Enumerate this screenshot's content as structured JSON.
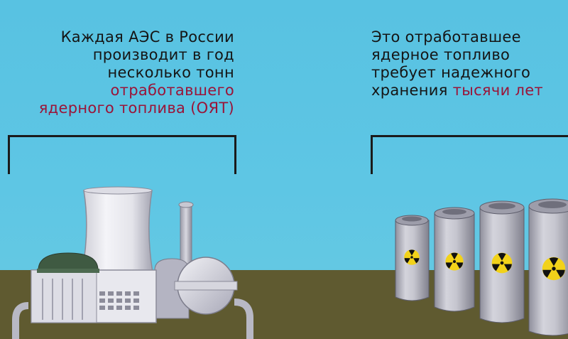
{
  "left_caption": {
    "lines": [
      {
        "text": "Каждая АЭС в России",
        "highlight": false
      },
      {
        "text": "производит в год",
        "highlight": false
      },
      {
        "text": "несколько тонн",
        "highlight": false
      },
      {
        "text": "отработавшего",
        "highlight": true
      },
      {
        "text": "ядерного топлива (ОЯТ)",
        "highlight": true
      }
    ]
  },
  "right_caption": {
    "line1": "Это отработавшее",
    "line2": "ядерное топливо",
    "line3": "требует надежного",
    "line4_prefix": "хранения",
    "line4_highlight": "тысячи лет"
  },
  "colors": {
    "sky": "#5ec6e4",
    "ground": "#5f5a30",
    "highlight_text": "#9a1438",
    "caption_text": "#151515",
    "barrel_body": "#b9b9c4",
    "radiation_yellow": "#f2d21a"
  },
  "icons": {
    "plant": "nuclear-power-plant-icon",
    "barrel": "radioactive-barrel-icon",
    "radiation": "radiation-trefoil-icon"
  }
}
